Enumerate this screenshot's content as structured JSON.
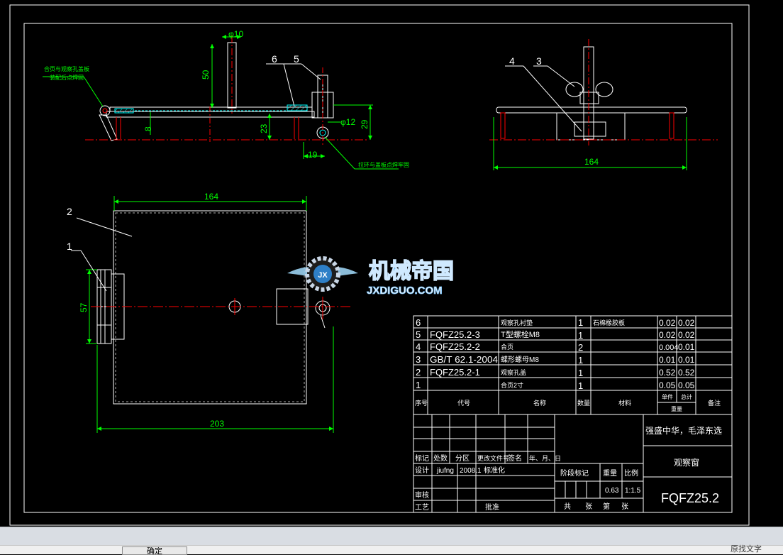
{
  "dimensions": {
    "d_top_pin": "φ10",
    "d_height_50": "50",
    "d_8": "8",
    "d_23": "23",
    "d_29": "29",
    "d_phi12": "φ12",
    "d_19": "19",
    "d_side_164": "164",
    "d_top_164": "164",
    "d_57": "57",
    "d_203": "203"
  },
  "balloons": {
    "b1": "1",
    "b2": "2",
    "b3": "3",
    "b4": "4",
    "b5": "5",
    "b6": "6"
  },
  "notes": {
    "note_left_line1": "合页与观察孔盖板",
    "note_left_line2": "装配后点焊固",
    "note_right": "拉环与盖板点焊牢固"
  },
  "watermark": {
    "brand_cn": "机械帝国",
    "brand_en": "JXDIGUO.COM",
    "emblem": "JX"
  },
  "parts_list": {
    "rows": [
      {
        "no": "6",
        "code": "",
        "name": "观察孔衬垫",
        "qty": "1",
        "material": "石棉橡胶板",
        "unit": "0.02",
        "total": "0.02"
      },
      {
        "no": "5",
        "code": "FQFZ25.2-3",
        "name": "T型螺栓M8",
        "qty": "1",
        "material": "",
        "unit": "0.02",
        "total": "0.02"
      },
      {
        "no": "4",
        "code": "FQFZ25.2-2",
        "name": "合页",
        "qty": "2",
        "material": "",
        "unit": "0.004",
        "total": "0.01"
      },
      {
        "no": "3",
        "code": "GB/T 62.1-2004",
        "name": "蝶形螺母M8",
        "qty": "1",
        "material": "",
        "unit": "0.01",
        "total": "0.01"
      },
      {
        "no": "2",
        "code": "FQFZ25.2-1",
        "name": "观察孔盖",
        "qty": "1",
        "material": "",
        "unit": "0.52",
        "total": "0.52"
      },
      {
        "no": "1",
        "code": "",
        "name": "合页2寸",
        "qty": "1",
        "material": "",
        "unit": "0.05",
        "total": "0.05"
      }
    ],
    "header": {
      "no": "序号",
      "code": "代号",
      "name": "名称",
      "qty": "数量",
      "material": "材料",
      "unit": "单件",
      "total": "总计",
      "weight": "重量",
      "remark": "备注"
    }
  },
  "title_block": {
    "labels": {
      "mark": "标记",
      "count": "处数",
      "zone": "分区",
      "doc": "更改文件号",
      "sign": "签名",
      "date": "年、月、日",
      "design": "设计",
      "standard": "标准化",
      "check": "审核",
      "process": "工艺",
      "approve": "批准",
      "stage": "阶段标记",
      "weight": "重量",
      "scale": "比例",
      "total_sheets": "共",
      "sheet": "张",
      "page": "第",
      "page_sheet": "张"
    },
    "designer": "jiufng",
    "design_date": "2008.1",
    "weight_value": "0.63",
    "scale_value": "1:1.5",
    "company": "强盛中华，毛泽东选",
    "drawing_name": "观察窗",
    "drawing_number": "FQFZ25.2"
  },
  "ui": {
    "ok_label": "确定",
    "original_text": "原找文字"
  },
  "colors": {
    "background": "#000000",
    "frame": "#ffffff",
    "cad_green": "#00ff00",
    "cad_cyan": "#00ffff",
    "center_red": "#ff0000",
    "magenta": "#ff00ff",
    "yellow": "#ffff00"
  }
}
